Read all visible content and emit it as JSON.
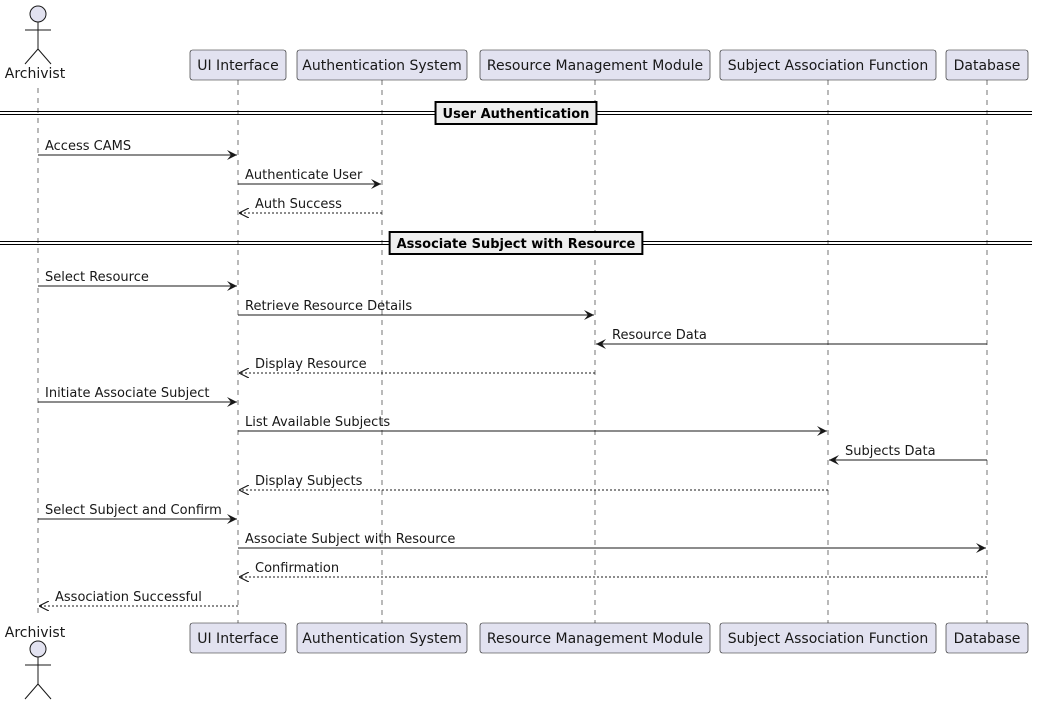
{
  "participants": [
    {
      "id": "archivist",
      "label": "Archivist",
      "kind": "actor"
    },
    {
      "id": "ui",
      "label": "UI Interface",
      "kind": "box"
    },
    {
      "id": "auth",
      "label": "Authentication System",
      "kind": "box"
    },
    {
      "id": "rmm",
      "label": "Resource Management Module",
      "kind": "box"
    },
    {
      "id": "saf",
      "label": "Subject Association Function",
      "kind": "box"
    },
    {
      "id": "db",
      "label": "Database",
      "kind": "box"
    }
  ],
  "sections": [
    {
      "title": "User Authentication",
      "messages": [
        {
          "from": "archivist",
          "to": "ui",
          "label": "Access CAMS",
          "style": "solid"
        },
        {
          "from": "ui",
          "to": "auth",
          "label": "Authenticate User",
          "style": "solid"
        },
        {
          "from": "auth",
          "to": "ui",
          "label": "Auth Success",
          "style": "dashed"
        }
      ]
    },
    {
      "title": "Associate Subject with Resource",
      "messages": [
        {
          "from": "archivist",
          "to": "ui",
          "label": "Select Resource",
          "style": "solid"
        },
        {
          "from": "ui",
          "to": "rmm",
          "label": "Retrieve Resource Details",
          "style": "solid"
        },
        {
          "from": "db",
          "to": "rmm",
          "label": "Resource Data",
          "style": "solid"
        },
        {
          "from": "rmm",
          "to": "ui",
          "label": "Display Resource",
          "style": "dashed"
        },
        {
          "from": "archivist",
          "to": "ui",
          "label": "Initiate Associate Subject",
          "style": "solid"
        },
        {
          "from": "ui",
          "to": "saf",
          "label": "List Available Subjects",
          "style": "solid"
        },
        {
          "from": "db",
          "to": "saf",
          "label": "Subjects Data",
          "style": "solid"
        },
        {
          "from": "saf",
          "to": "ui",
          "label": "Display Subjects",
          "style": "dashed"
        },
        {
          "from": "archivist",
          "to": "ui",
          "label": "Select Subject and Confirm",
          "style": "solid"
        },
        {
          "from": "ui",
          "to": "db",
          "label": "Associate Subject with Resource",
          "style": "solid"
        },
        {
          "from": "db",
          "to": "ui",
          "label": "Confirmation",
          "style": "dashed"
        },
        {
          "from": "ui",
          "to": "archivist",
          "label": "Association Successful",
          "style": "dashed"
        }
      ]
    }
  ],
  "colors": {
    "participant_fill": "#E2E2F0",
    "participant_border": "#181818",
    "lifeline": "#181818",
    "divider_fill": "#EEEEEE",
    "text": "#181818"
  }
}
